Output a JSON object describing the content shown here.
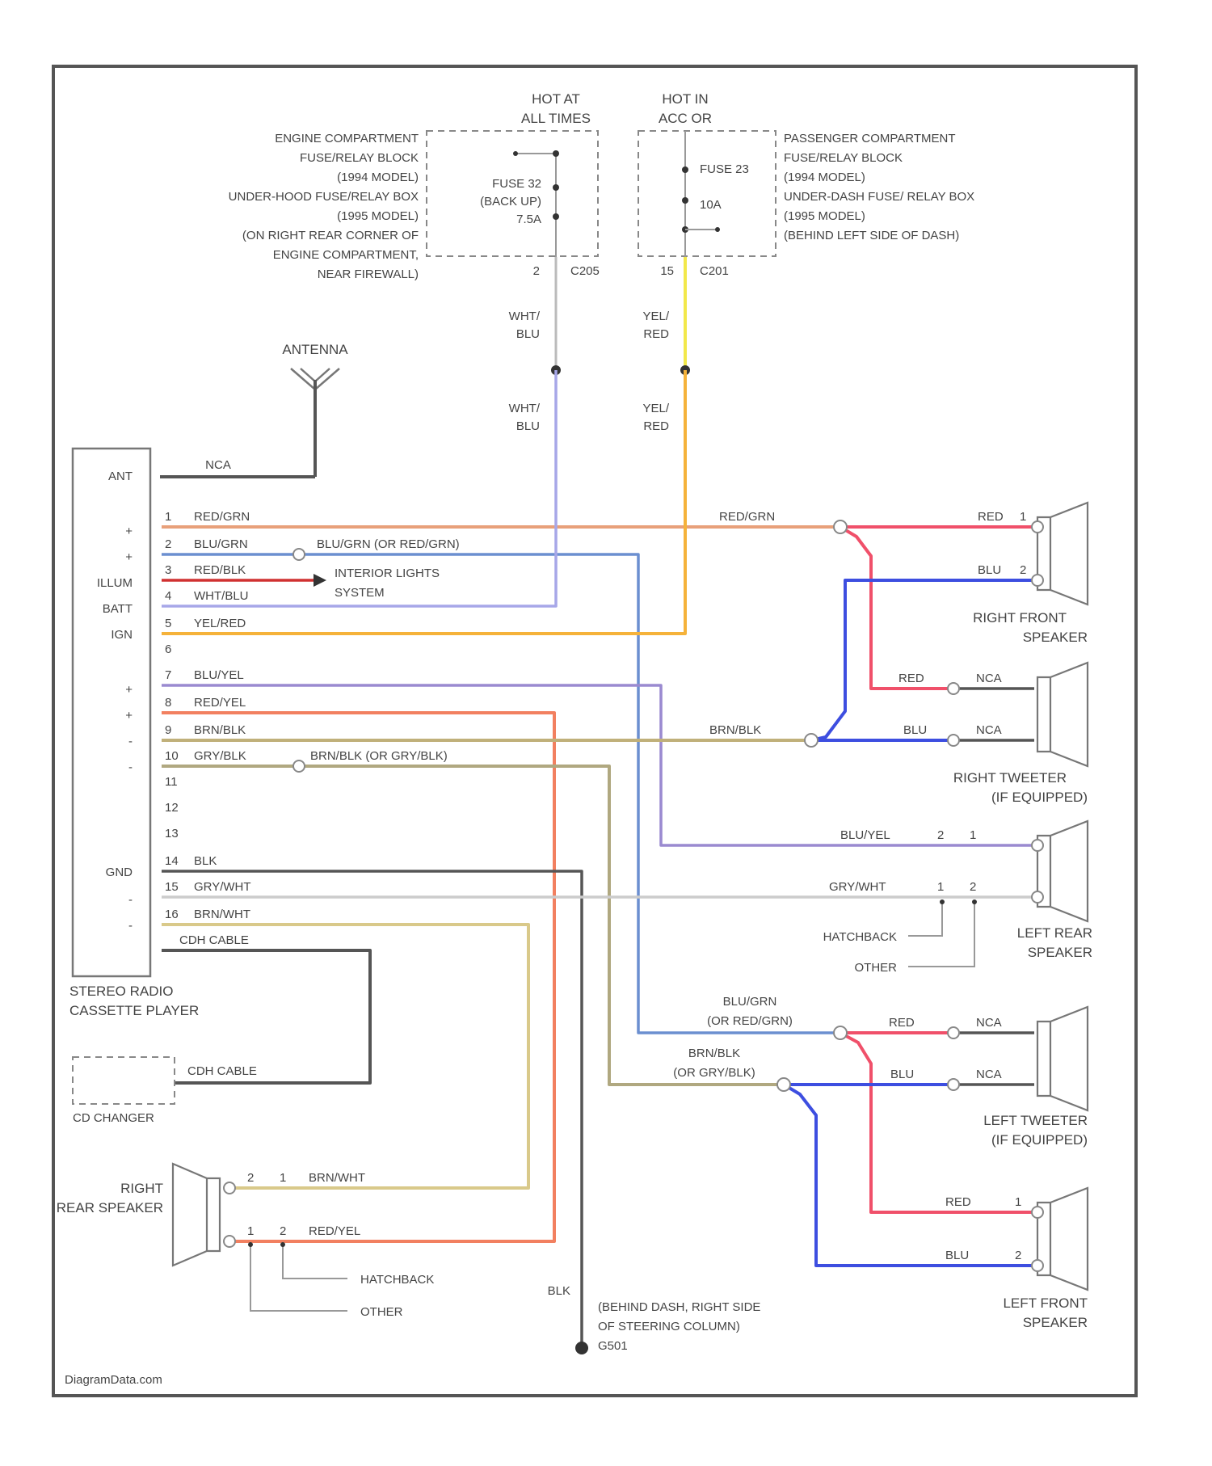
{
  "fuse_left": {
    "header": [
      "HOT AT",
      "ALL TIMES"
    ],
    "description": [
      "ENGINE COMPARTMENT",
      "FUSE/RELAY BLOCK",
      "(1994 MODEL)",
      "UNDER-HOOD FUSE/RELAY BOX",
      "(1995 MODEL)",
      "(ON RIGHT REAR CORNER OF",
      "ENGINE COMPARTMENT,",
      "NEAR FIREWALL)"
    ],
    "fuse": [
      "FUSE 32",
      "(BACK UP)",
      "7.5A"
    ],
    "pin": "2",
    "connector": "C205"
  },
  "fuse_right": {
    "header": [
      "HOT IN",
      "ACC OR"
    ],
    "description": [
      "PASSENGER COMPARTMENT",
      "FUSE/RELAY BLOCK",
      "(1994 MODEL)",
      "UNDER-DASH FUSE/ RELAY BOX",
      "(1995 MODEL)",
      "(BEHIND LEFT SIDE OF DASH)"
    ],
    "fuse": [
      "FUSE 23",
      "10A"
    ],
    "pin": "15",
    "connector": "C201"
  },
  "wire_labels": {
    "wht_blu_top": [
      "WHT/",
      "BLU"
    ],
    "yel_red_top": [
      "YEL/",
      "RED"
    ],
    "wht_blu_bottom": [
      "WHT/",
      "BLU"
    ],
    "yel_red_bottom": [
      "YEL/",
      "RED"
    ]
  },
  "antenna": {
    "label": "ANTENNA",
    "wire": "NCA"
  },
  "radio": {
    "name": [
      "STEREO RADIO",
      "CASSETTE PLAYER"
    ],
    "terminals": [
      "ANT",
      "+",
      "+",
      "ILLUM",
      "BATT",
      "IGN",
      "+",
      "+",
      "-",
      "-",
      "GND",
      "-",
      "-"
    ],
    "pins": [
      {
        "num": "1",
        "wire": "RED/GRN"
      },
      {
        "num": "2",
        "wire": "BLU/GRN"
      },
      {
        "num": "3",
        "wire": "RED/BLK"
      },
      {
        "num": "4",
        "wire": "WHT/BLU"
      },
      {
        "num": "5",
        "wire": "YEL/RED"
      },
      {
        "num": "6",
        "wire": ""
      },
      {
        "num": "7",
        "wire": "BLU/YEL"
      },
      {
        "num": "8",
        "wire": "RED/YEL"
      },
      {
        "num": "9",
        "wire": "BRN/BLK"
      },
      {
        "num": "10",
        "wire": "GRY/BLK"
      },
      {
        "num": "11",
        "wire": ""
      },
      {
        "num": "12",
        "wire": ""
      },
      {
        "num": "13",
        "wire": ""
      },
      {
        "num": "14",
        "wire": "BLK"
      },
      {
        "num": "15",
        "wire": "GRY/WHT"
      },
      {
        "num": "16",
        "wire": "BRN/WHT"
      }
    ],
    "cdh_cable": "CDH CABLE"
  },
  "midline_labels": {
    "red_grn": "RED/GRN",
    "blu_grn_alt": "BLU/GRN (OR RED/GRN)",
    "interior_lights": [
      "INTERIOR LIGHTS",
      "SYSTEM"
    ],
    "brn_blk": "BRN/BLK",
    "brn_blk_alt": "BRN/BLK (OR GRY/BLK)",
    "blu_yel": "BLU/YEL",
    "gry_wht": "GRY/WHT",
    "blu_grn_lower": [
      "BLU/GRN",
      "(OR RED/GRN)"
    ],
    "brn_blk_lower": [
      "BRN/BLK",
      "(OR GRY/BLK)"
    ]
  },
  "speakers": {
    "right_front": {
      "name": [
        "RIGHT FRONT",
        "SPEAKER"
      ],
      "wire1": "RED",
      "pin1": "1",
      "wire2": "BLU",
      "pin2": "2"
    },
    "right_tweeter": {
      "name": [
        "RIGHT TWEETER",
        "(IF EQUIPPED)"
      ],
      "wire1": "RED",
      "nca1": "NCA",
      "wire2": "BLU",
      "nca2": "NCA"
    },
    "left_rear": {
      "name": [
        "LEFT REAR",
        "SPEAKER"
      ],
      "pins_top": [
        "2",
        "1"
      ],
      "pins_bottom": [
        "1",
        "2"
      ],
      "hatchback": "HATCHBACK",
      "other": "OTHER"
    },
    "left_tweeter": {
      "name": [
        "LEFT TWEETER",
        "(IF EQUIPPED)"
      ],
      "wire1": "RED",
      "nca1": "NCA",
      "wire2": "BLU",
      "nca2": "NCA"
    },
    "left_front": {
      "name": [
        "LEFT FRONT",
        "SPEAKER"
      ],
      "wire1": "RED",
      "pin1": "1",
      "wire2": "BLU",
      "pin2": "2"
    },
    "right_rear": {
      "name": [
        "RIGHT",
        "REAR SPEAKER"
      ],
      "pins_top": [
        "2",
        "1"
      ],
      "pins_bottom": [
        "1",
        "2"
      ],
      "wire_top": "BRN/WHT",
      "wire_bottom": "RED/YEL",
      "hatchback": "HATCHBACK",
      "other": "OTHER"
    }
  },
  "cd_changer": {
    "label": "CD CHANGER",
    "cable": "CDH CABLE"
  },
  "ground": {
    "wire": "BLK",
    "location": [
      "(BEHIND DASH, RIGHT SIDE",
      "OF STEERING COLUMN)"
    ],
    "id": "G501"
  },
  "watermark": "DiagramData.com",
  "colors": {
    "red_grn": "#e8a07a",
    "blu_grn": "#6b8fd0",
    "red_blk": "#d03030",
    "wht_blu": "#a7a7e8",
    "yel_red": "#f5b23a",
    "blu_yel": "#9a8ad0",
    "red_yel": "#f28060",
    "brn_blk": "#c0b07a",
    "gry_blk": "#b0a880",
    "blk": "#555555",
    "gry_wht": "#cccccc",
    "brn_wht": "#d9c98a",
    "red": "#f0506a",
    "blu": "#3d4ee0",
    "yellow": "#f2e84a"
  }
}
